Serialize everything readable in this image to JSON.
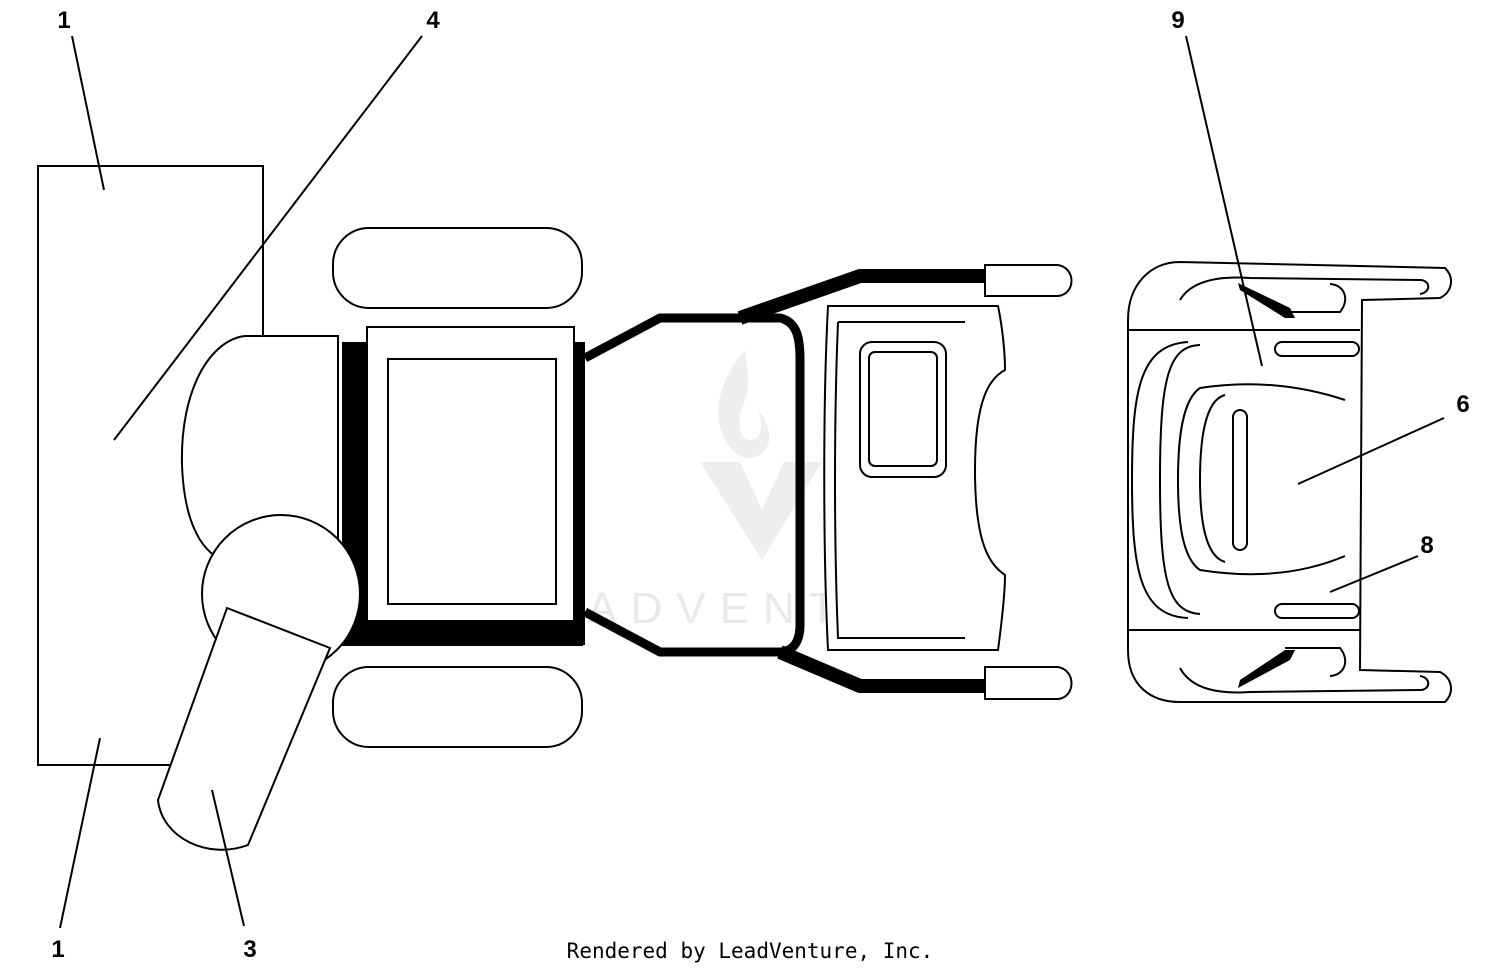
{
  "labels": {
    "l1_top": "1",
    "l4": "4",
    "l9": "9",
    "l6": "6",
    "l8": "8",
    "l1_bottom": "1",
    "l3": "3"
  },
  "watermark": {
    "text": "LEADVENTURE"
  },
  "footer": {
    "credit": "Rendered by LeadVenture, Inc."
  }
}
